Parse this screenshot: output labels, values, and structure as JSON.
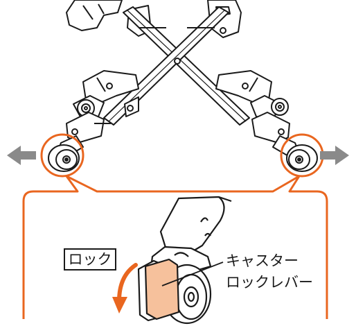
{
  "labels": {
    "lock": "ロック",
    "caster_lever_line1": "キャスター",
    "caster_lever_line2": "ロックレバー"
  },
  "colors": {
    "accent_orange": "#e9661f",
    "lever_fill": "#f6c19c",
    "arrow_gray": "#8a8a8a",
    "line": "#1a1a1a"
  }
}
